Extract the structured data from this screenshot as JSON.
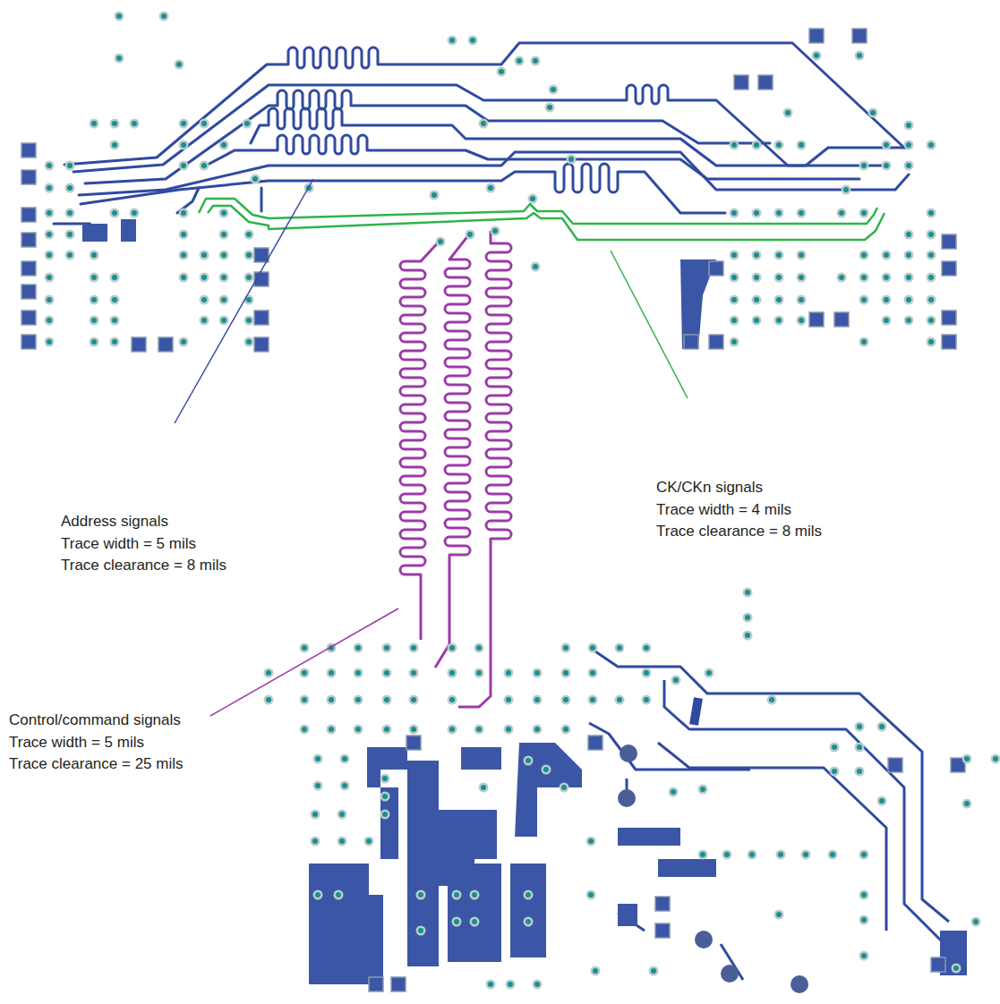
{
  "diagram": {
    "labels": [
      "Address signals",
      "Trace width = 5 mils",
      "Trace clearance = 8 mils",
      "CK/CKn signals",
      "Trace width = 4 mils",
      "Trace clearance = 8 mils",
      "Control/command signals",
      "Trace width = 5 mils",
      "Trace clearance = 25 mils"
    ]
  }
}
